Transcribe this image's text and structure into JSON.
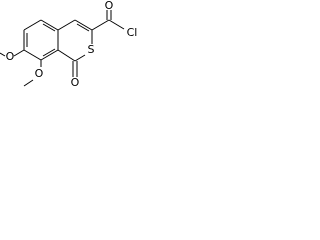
{
  "diagram": {
    "kind": "chemical-structure",
    "background_color": "#ffffff",
    "ink_color": "#000000",
    "atom_labels": {
      "thio_sulfur": "S",
      "lactone_oxygen": "O",
      "acyl_oxygen": "O",
      "acyl_chlorine": "Cl",
      "methoxy_top_oxygen": "O",
      "methoxy_bottom_oxygen": "O"
    }
  }
}
